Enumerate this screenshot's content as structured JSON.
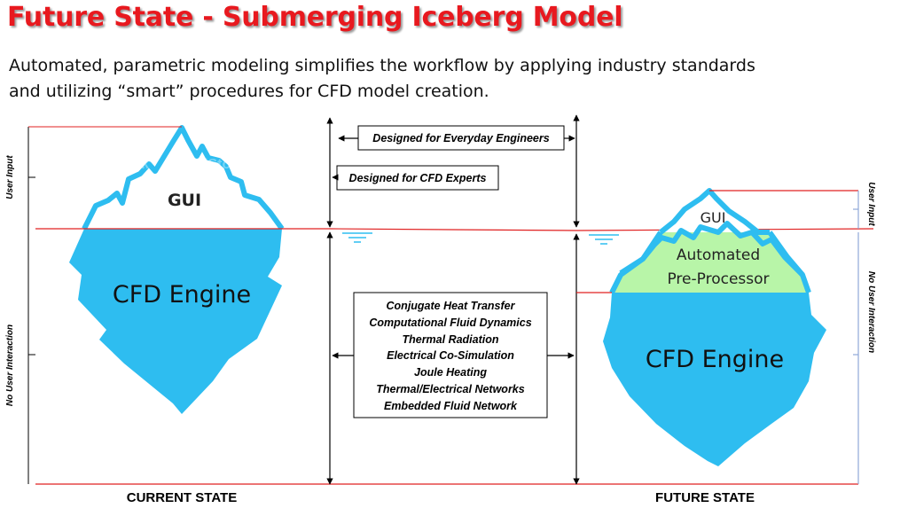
{
  "title": "Future State - Submerging Iceberg Model",
  "subtitle_line1": "Automated, parametric modeling simplifies the workflow by applying industry standards",
  "subtitle_line2": "and utilizing “smart” procedures for CFD model creation.",
  "colors": {
    "title_red": "#e8191f",
    "ice_blue": "#2ebdf0",
    "preprocessor_green": "#b8f5a8",
    "waterline_red": "#e02020",
    "bracket_blue": "#8fa8d8"
  },
  "left_iceberg": {
    "tip_label": "GUI",
    "body_label": "CFD Engine",
    "side_labels": {
      "top": "User Input",
      "bottom": "No User Interaction"
    },
    "state_label": "CURRENT STATE"
  },
  "right_iceberg": {
    "tip_label": "GUI",
    "middle_label_line1": "Automated",
    "middle_label_line2": "Pre-Processor",
    "body_label": "CFD Engine",
    "side_labels": {
      "top": "User Input",
      "bottom": "No User Interaction"
    },
    "state_label": "FUTURE STATE"
  },
  "callouts": {
    "everyday": "Designed for Everyday Engineers",
    "experts": "Designed for CFD Experts"
  },
  "capabilities": [
    "Conjugate Heat Transfer",
    "Computational Fluid Dynamics",
    "Thermal Radiation",
    "Electrical Co-Simulation",
    "Joule Heating",
    "Thermal/Electrical Networks",
    "Embedded Fluid Network"
  ],
  "watermarks": [
    "iStock",
    "by Getty Images"
  ]
}
